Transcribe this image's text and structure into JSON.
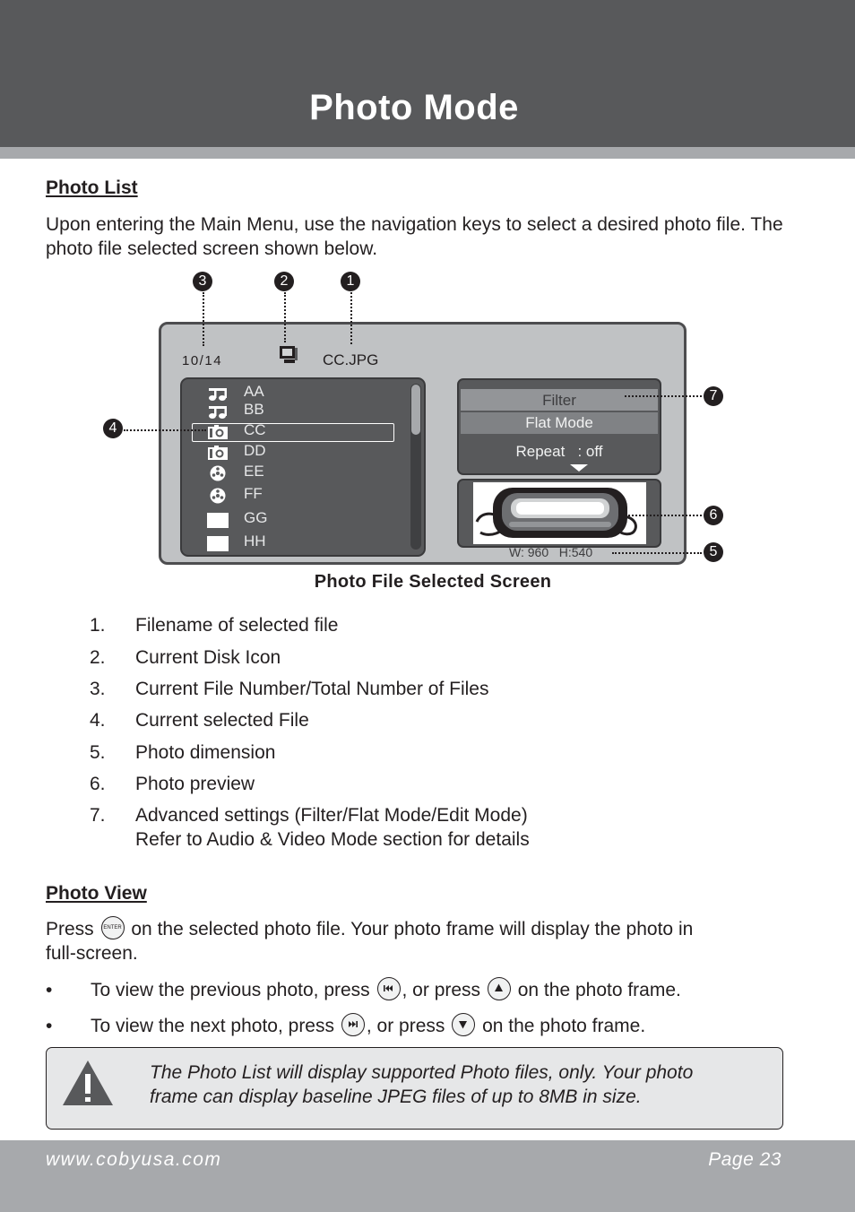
{
  "header": {
    "title": "Photo Mode"
  },
  "photo_list": {
    "heading": "Photo List",
    "intro": "Upon entering the Main Menu, use the navigation keys to select a desired photo file. The photo file selected screen shown below."
  },
  "screen": {
    "counter": "10/14",
    "filename": "CC.JPG",
    "files": [
      {
        "name": "AA",
        "icon": "music-note-icon"
      },
      {
        "name": "BB",
        "icon": "music-note-icon"
      },
      {
        "name": "CC",
        "icon": "photo-camera-icon"
      },
      {
        "name": "DD",
        "icon": "photo-camera-icon"
      },
      {
        "name": "EE",
        "icon": "film-reel-icon"
      },
      {
        "name": "FF",
        "icon": "film-reel-icon"
      },
      {
        "name": "GG",
        "icon": "folder-icon"
      },
      {
        "name": "HH",
        "icon": "folder-icon"
      }
    ],
    "settings": {
      "filter": "Filter",
      "flat_mode": "Flat Mode",
      "repeat": "Repeat   : off"
    },
    "dimension": "W: 960   H:540"
  },
  "callouts": [
    "1",
    "2",
    "3",
    "4",
    "5",
    "6",
    "7"
  ],
  "figure_caption": "Photo File Selected Screen",
  "legend": [
    {
      "num": "1.",
      "text": "Filename of selected file"
    },
    {
      "num": "2.",
      "text": "Current Disk Icon"
    },
    {
      "num": "3.",
      "text": "Current File Number/Total Number of Files"
    },
    {
      "num": "4.",
      "text": "Current selected File"
    },
    {
      "num": "5.",
      "text": "Photo dimension"
    },
    {
      "num": "6.",
      "text": "Photo preview"
    },
    {
      "num": "7.",
      "text": "Advanced settings (Filter/Flat Mode/Edit Mode)",
      "text2": "Refer to Audio & Video Mode section for details"
    }
  ],
  "photo_view": {
    "heading": "Photo View",
    "press": "Press",
    "enter_label": "ENTER",
    "desc_after": "on the selected photo file. Your photo frame will display the photo in",
    "desc_line2": "full-screen.",
    "bullet": "•",
    "prev_a": "To view the previous photo, press",
    "prev_b": ", or press",
    "prev_c": "on the photo frame.",
    "next_a": "To view the next photo, press",
    "next_b": ", or press",
    "next_c": "on the photo frame."
  },
  "note": {
    "line1": "The Photo List will display supported Photo files, only. Your photo",
    "line2": "frame can display baseline JPEG files of up to 8MB in size."
  },
  "footer": {
    "url": "www.cobyusa.com",
    "page": "Page 23"
  }
}
